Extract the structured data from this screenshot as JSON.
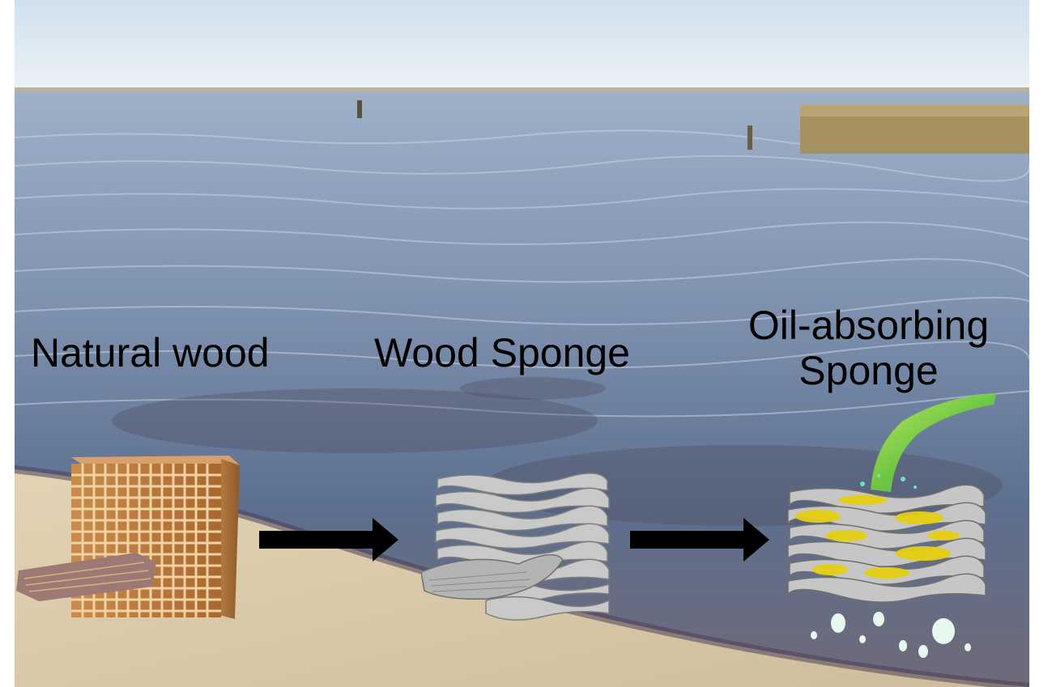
{
  "stages": [
    {
      "label": "Natural wood",
      "icon": "wood-block-icon"
    },
    {
      "label": "Wood Sponge",
      "icon": "layered-sponge-icon"
    },
    {
      "label_line1": "Oil-absorbing",
      "label_line2": "Sponge",
      "icon": "oil-absorbing-sponge-icon"
    }
  ],
  "arrows": [
    "right-arrow-icon",
    "right-arrow-icon"
  ],
  "colors": {
    "sky": "#dde9f3",
    "water": "#6f86a6",
    "shore": "#d8c8a6",
    "wood": "#b9783e",
    "sponge": "#bdbdbd",
    "oil": "#e5d21c",
    "jet": "#7bd63a"
  }
}
